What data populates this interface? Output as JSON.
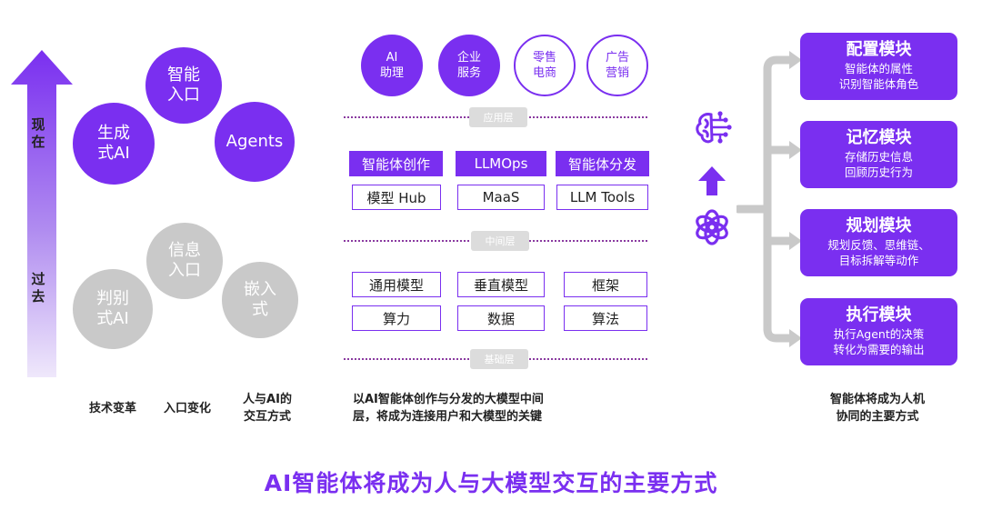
{
  "timeline": {
    "top_label": "现\n在",
    "bottom_label": "过\n去"
  },
  "entry_circles_current": [
    {
      "label": "智能\n入口"
    },
    {
      "label": "生成\n式AI"
    },
    {
      "label": "Agents"
    }
  ],
  "entry_circles_past": [
    {
      "label": "信息\n入口"
    },
    {
      "label": "判别\n式AI"
    },
    {
      "label": "嵌入\n式"
    }
  ],
  "left_captions": [
    {
      "text": "技术变革"
    },
    {
      "text": "入口变化"
    },
    {
      "text": "人与AI的\n交互方式"
    }
  ],
  "apps": [
    {
      "label": "AI\n助理",
      "style": "filled"
    },
    {
      "label": "企业\n服务",
      "style": "filled"
    },
    {
      "label": "零售\n电商",
      "style": "outline"
    },
    {
      "label": "广告\n营销",
      "style": "outline"
    }
  ],
  "layers": {
    "application": "应用层",
    "middle": "中间层",
    "base": "基础层"
  },
  "middle_layer": {
    "row1": [
      "智能体创作",
      "LLMOps",
      "智能体分发"
    ],
    "row2": [
      "模型 Hub",
      "MaaS",
      "LLM Tools"
    ]
  },
  "base_layer": {
    "row1": [
      "通用模型",
      "垂直模型",
      "框架"
    ],
    "row2": [
      "算力",
      "数据",
      "算法"
    ]
  },
  "middle_caption": "以AI智能体创作与分发的大模型中间\n层，将成为连接用户和大模型的关键",
  "modules": [
    {
      "title": "配置模块",
      "desc": "智能体的属性\n识别智能体角色"
    },
    {
      "title": "记忆模块",
      "desc": "存储历史信息\n回顾历史行为"
    },
    {
      "title": "规划模块",
      "desc": "规划反馈、思维链、\n目标拆解等动作"
    },
    {
      "title": "执行模块",
      "desc": "执行Agent的决策\n转化为需要的输出"
    }
  ],
  "right_caption": "智能体将成为人机\n协同的主要方式",
  "icons": {
    "brain": "brain-icon",
    "openai": "openai-logo-icon",
    "up_arrow": "up-arrow-icon"
  },
  "title": "AI智能体将成为人与大模型交互的主要方式",
  "colors": {
    "accent": "#7a2ff0",
    "gray": "#c9c9c9",
    "tag_gray": "#dcdcdc"
  }
}
